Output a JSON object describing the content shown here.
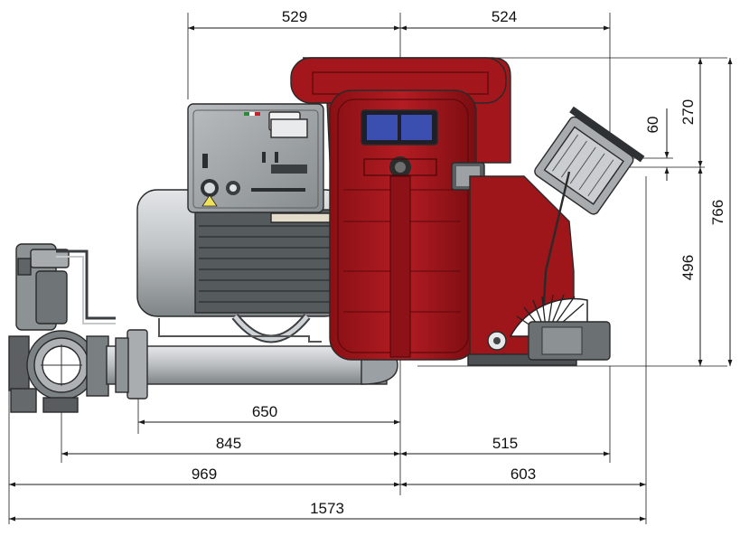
{
  "colors": {
    "burner_red": "#a3161b",
    "burner_red_dark": "#6e0c10",
    "control_box_gray": "#9ea3a6",
    "motor_gray": "#b8bcbf",
    "pipe_gray": "#bfc3c6",
    "dark_gray": "#4f5356"
  },
  "dimensions": {
    "top_left": "529",
    "top_right": "524",
    "right_60": "60",
    "right_270": "270",
    "right_496": "496",
    "right_766": "766",
    "bottom_650": "650",
    "bottom_845": "845",
    "bottom_515": "515",
    "bottom_969": "969",
    "bottom_603": "603",
    "bottom_1573": "1573"
  }
}
